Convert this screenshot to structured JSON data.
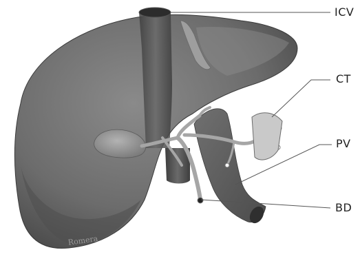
{
  "labels": {
    "icv": "ICV",
    "ct": "CT",
    "pv": "PV",
    "bd": "BD"
  },
  "signature": "Romera",
  "colors": {
    "liver": "#6f6f6f",
    "liver_dark": "#4a4a4a",
    "liver_light": "#8a8a8a",
    "vessel": "#5c5c5c",
    "duct": "#a9a9a9",
    "gallbladder": "#8d8d8d",
    "leader_line": "#555555"
  }
}
